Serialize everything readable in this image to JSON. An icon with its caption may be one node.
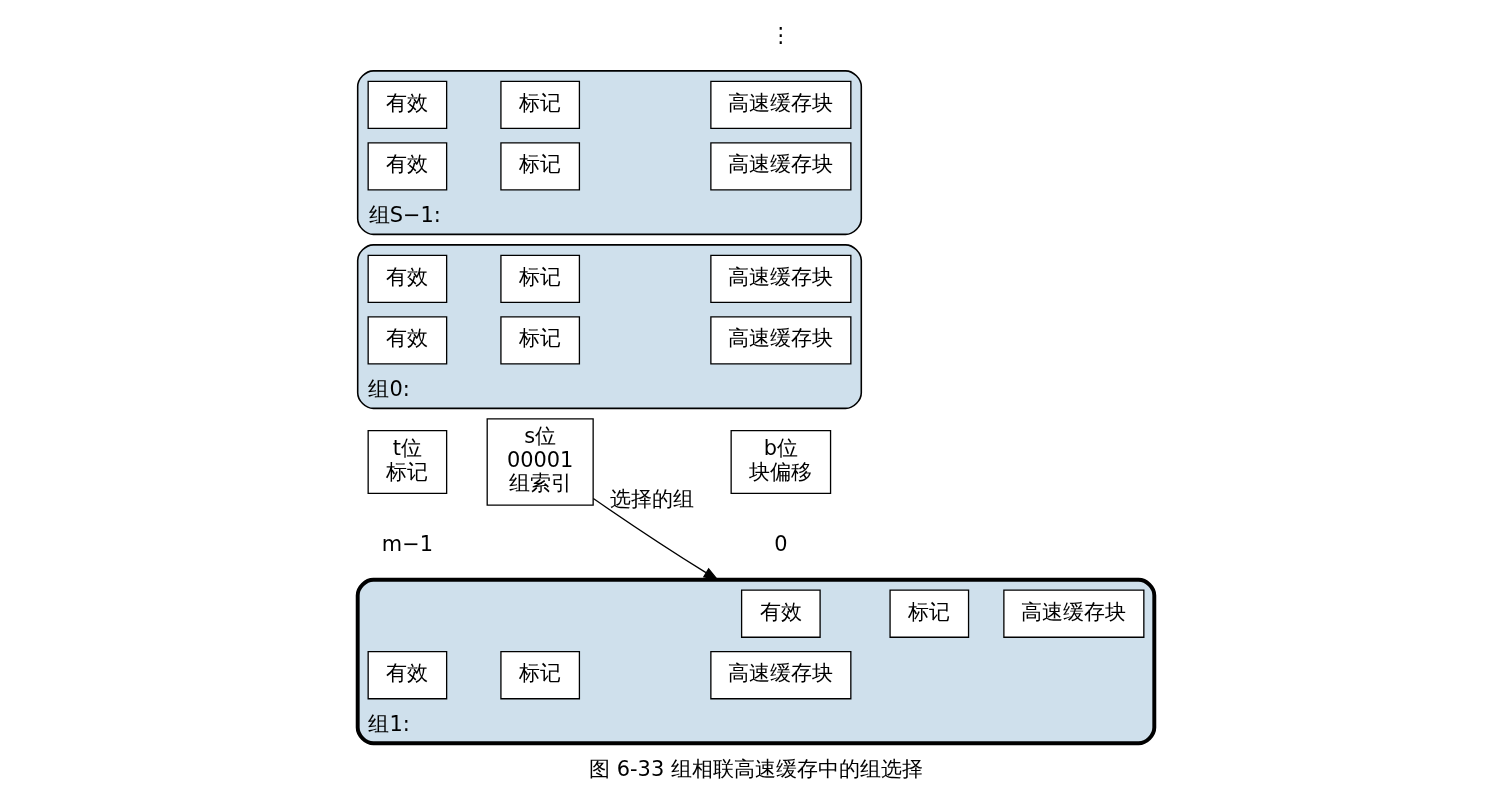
{
  "diagram": {
    "caption": "图 6-33 组相联高速缓存中的组选择",
    "nodes": [
      {
        "text": [
          "t位",
          "标记"
        ]
      },
      {
        "text": [
          "s位",
          "00001",
          "组索引"
        ]
      },
      {
        "text": [
          "b位",
          "块偏移"
        ]
      },
      {
        "text": [
          "组0:"
        ]
      },
      {
        "text": [
          "有效"
        ],
        "in": 3
      },
      {
        "text": [
          "标记"
        ],
        "in": 3
      },
      {
        "text": [
          "高速缓存块"
        ],
        "in": 3
      },
      {
        "text": [
          "有效"
        ],
        "in": 3
      },
      {
        "text": [
          "标记"
        ],
        "in": 3
      },
      {
        "text": [
          "高速缓存块"
        ],
        "in": 3
      },
      {
        "text": [
          "组1:"
        ]
      },
      {
        "text": [
          "有效"
        ],
        "in": 10
      },
      {
        "text": [
          "标记"
        ],
        "in": 10
      },
      {
        "text": [
          "高速缓存块"
        ],
        "in": 10
      },
      {
        "text": [
          "有效"
        ],
        "in": 10
      },
      {
        "text": [
          "标记"
        ],
        "in": 10
      },
      {
        "text": [
          "高速缓存块"
        ],
        "in": 10
      },
      {
        "text": [
          "组S−1:"
        ]
      },
      {
        "text": [
          "有效"
        ],
        "in": 17
      },
      {
        "text": [
          "标记"
        ],
        "in": 17
      },
      {
        "text": [
          "高速缓存块"
        ],
        "in": 17
      },
      {
        "text": [
          "有效"
        ],
        "in": 17
      },
      {
        "text": [
          "标记"
        ],
        "in": 17
      },
      {
        "text": [
          "高速缓存块"
        ],
        "in": 17
      }
    ],
    "edges": [
      {
        "from": 1,
        "to": 10,
        "arrow": "to",
        "label": "选择的组"
      }
    ],
    "labels": [
      "m−1",
      "0",
      "⋮"
    ]
  }
}
